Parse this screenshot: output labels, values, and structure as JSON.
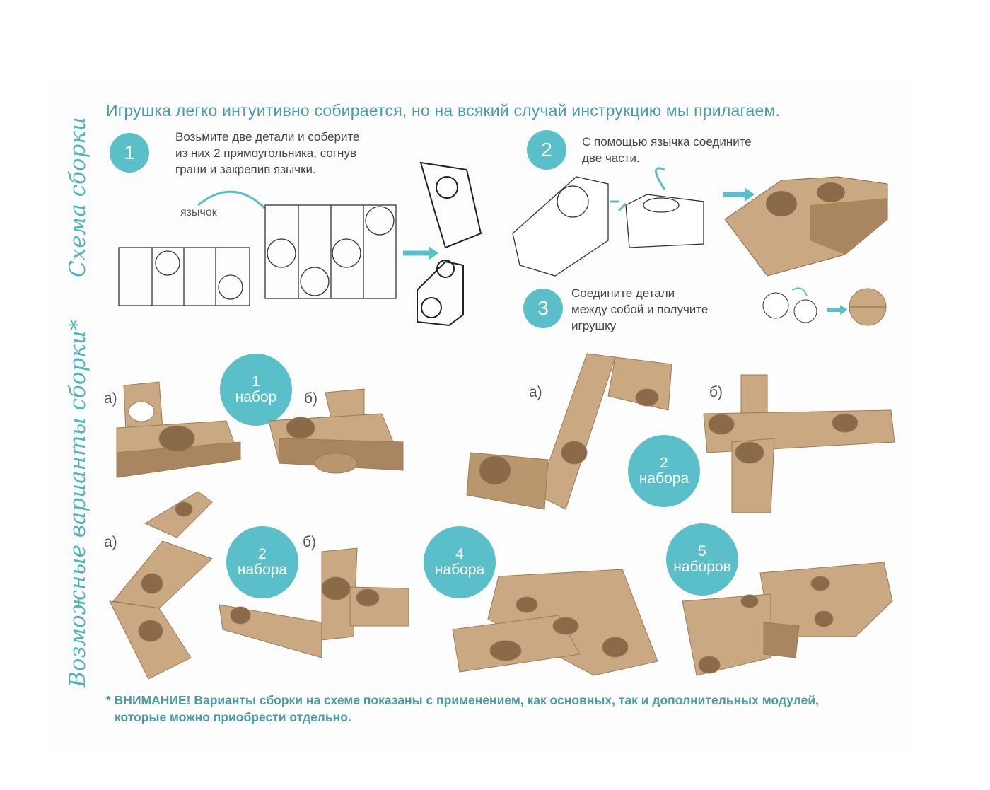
{
  "title": "Игрушка легко интуитивно собирается, но на всякий случай инструкцию мы прилагаем.",
  "side_labels": {
    "scheme": "Схема сборки",
    "variants": "Возможные варианты сборки*"
  },
  "steps": [
    {
      "number": "1",
      "lines": [
        "Возьмите две детали и соберите",
        "из них 2 прямоугольника, согнув",
        "грани и закрепив язычки."
      ]
    },
    {
      "number": "2",
      "lines": [
        "С помощью язычка соедините",
        "две части."
      ]
    },
    {
      "number": "3",
      "lines": [
        "Соедините детали",
        "между собой и получите",
        "игрушку"
      ]
    }
  ],
  "tab_label": "язычок",
  "sets": [
    {
      "count": "1",
      "word": "набор"
    },
    {
      "count": "2",
      "word": "набора"
    },
    {
      "count": "2",
      "word": "набора"
    },
    {
      "count": "4",
      "word": "набора"
    },
    {
      "count": "5",
      "word": "наборов"
    }
  ],
  "variant_labels": {
    "a": "а)",
    "b": "б)"
  },
  "note": [
    "* ВНИМАНИЕ! Варианты сборки на схеме показаны с применением, как основных, так и дополнительных модулей,",
    "которые можно приобрести отдельно."
  ],
  "colors": {
    "accent": "#5bbfca",
    "title": "#4a9ba4",
    "cardboard": "#c9a882",
    "cardboard_dark": "#9c7a55"
  }
}
